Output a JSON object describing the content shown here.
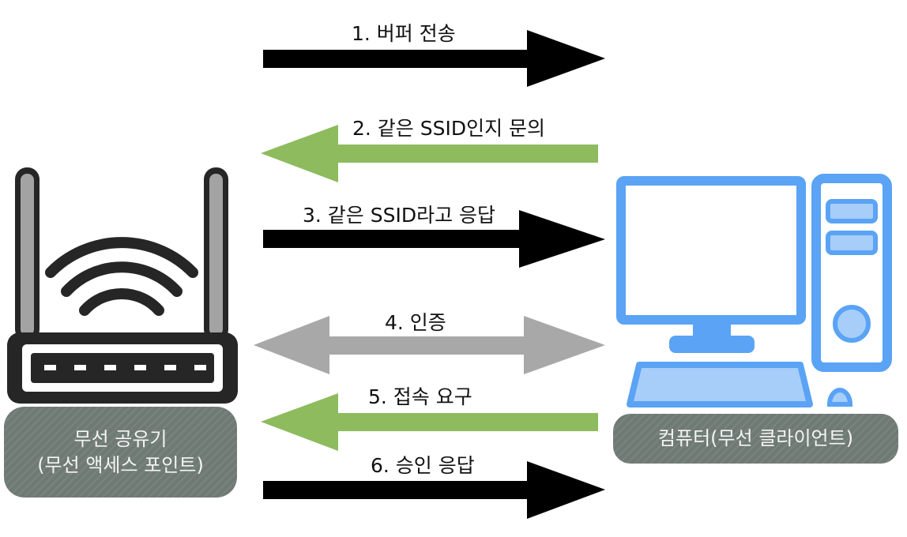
{
  "access_point": {
    "icon": "wireless-router-icon",
    "label_line1": "무선 공유기",
    "label_line2": "(무선 액세스 포인트)"
  },
  "client": {
    "icon": "desktop-computer-icon",
    "label": "컴퓨터(무선 클라이언트)"
  },
  "steps": [
    {
      "label": "1. 버퍼 전송",
      "direction": "to-client",
      "color": "#000000"
    },
    {
      "label": "2. 같은 SSID인지 문의",
      "direction": "to-access-point",
      "color": "#8dbb5e"
    },
    {
      "label": "3. 같은 SSID라고 응답",
      "direction": "to-client",
      "color": "#000000"
    },
    {
      "label": "4. 인증",
      "direction": "both",
      "color": "#a8a8a8"
    },
    {
      "label": "5. 접속 요구",
      "direction": "to-access-point",
      "color": "#8dbb5e"
    },
    {
      "label": "6. 승인 응답",
      "direction": "to-client",
      "color": "#000000"
    }
  ],
  "colors": {
    "router": "#262626",
    "router_antenna": "#a3a3a3",
    "computer": "#5aa3f5",
    "computer_light": "#a7cdf9",
    "caption_bg": "#6f7a75"
  }
}
